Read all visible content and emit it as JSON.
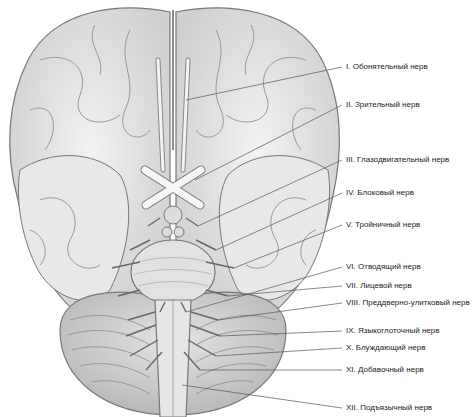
{
  "diagram": {
    "labels": [
      "I. Обонятельный нерв",
      "II. Зрительный нерв",
      "III. Глазодвигательный нерв",
      "IV. Блоковый нерв",
      "V. Тройничный нерв",
      "VI. Отводящий нерв",
      "VII. Лицевой нерв",
      "VIII. Преддверно-улитковый нерв",
      "IX. Языкоглоточный нерв",
      "X. Блуждающий нерв",
      "XI. Добавочный нерв",
      "XII. Подъязычный нерв"
    ]
  }
}
